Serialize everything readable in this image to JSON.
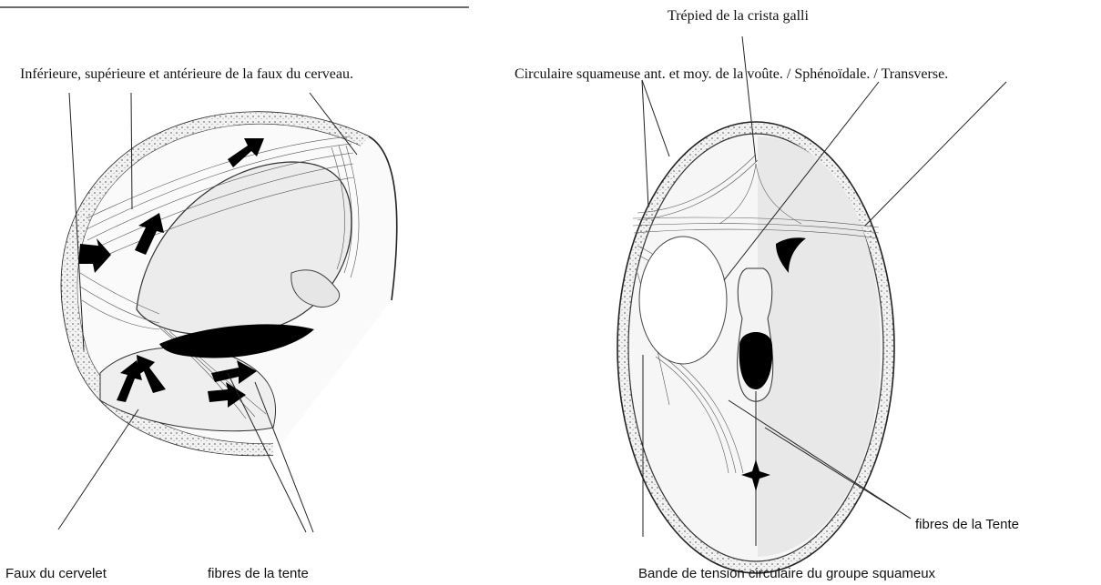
{
  "labels": {
    "falx_cerebri": "Inférieure, supérieure  et antérieure de la faux du cerveau.",
    "crista_galli": "Trépied de la crista galli",
    "circular_bands": "Circulaire squameuse ant. et moy. de la voûte. / Sphénoïdale. / Transverse.",
    "falx_cerebelli": "Faux du cervelet",
    "tent_fibres_left": "fibres de la tente",
    "tent_fibres_right": "fibres de la Tente",
    "squamous_band": "Bande de tension circulaire du groupe squameux"
  },
  "colors": {
    "ink": "#111111",
    "shade": "#cfcfcf",
    "bone_fill": "#ececec",
    "arrow": "#000000"
  }
}
